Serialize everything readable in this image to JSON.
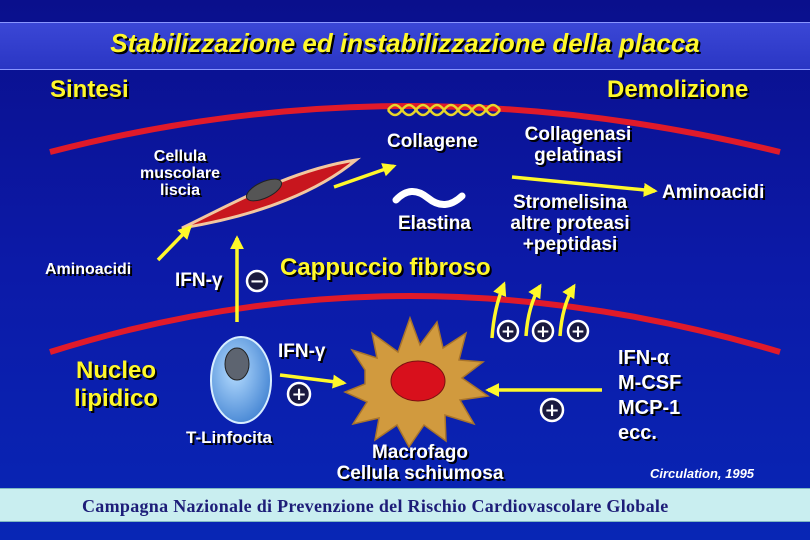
{
  "title": "Stabilizzazione ed instabilizzazione della placca",
  "labels": {
    "sintesi": "Sintesi",
    "demolizione": "Demolizione",
    "cellula_line1": "Cellula",
    "cellula_line2": "muscolare",
    "cellula_line3": "liscia",
    "collagene": "Collagene",
    "collagenasi_line1": "Collagenasi",
    "collagenasi_line2": "gelatinasi",
    "aminoacidi_right": "Aminoacidi",
    "elastina": "Elastina",
    "stromelisina_line1": "Stromelisina",
    "stromelisina_line2": "altre proteasi",
    "stromelisina_line3": "+peptidasi",
    "aminoacidi_left": "Aminoacidi",
    "ifn_gamma_upper": "IFN-γ",
    "cappuccio": "Cappuccio fibroso",
    "nucleo_line1": "Nucleo",
    "nucleo_line2": "lipidico",
    "ifn_gamma_lower": "IFN-γ",
    "tlinfocita": "T-Linfocita",
    "macrofago_line1": "Macrofago",
    "macrofago_line2": "Cellula schiumosa",
    "cytokine_1": "IFN-α",
    "cytokine_2": "M-CSF",
    "cytokine_3": "MCP-1",
    "cytokine_4": "ecc.",
    "citation": "Circulation, 1995"
  },
  "symbols": {
    "minus": "−",
    "plus": "+"
  },
  "footer": "Campagna Nazionale di Prevenzione del Rischio Cardiovascolare Globale",
  "colors": {
    "background": "#0a0f8c",
    "title_bar": "#2f3bcd",
    "title_text": "#fff82a",
    "arc": "#e01a2a",
    "arrow": "#fff82a",
    "muscle_cell": "#c8161e",
    "macrophage": "#d19a3e",
    "t_cell": "#5aa0e6",
    "footer_bg": "#c9eef0",
    "footer_text": "#1d1d78"
  }
}
